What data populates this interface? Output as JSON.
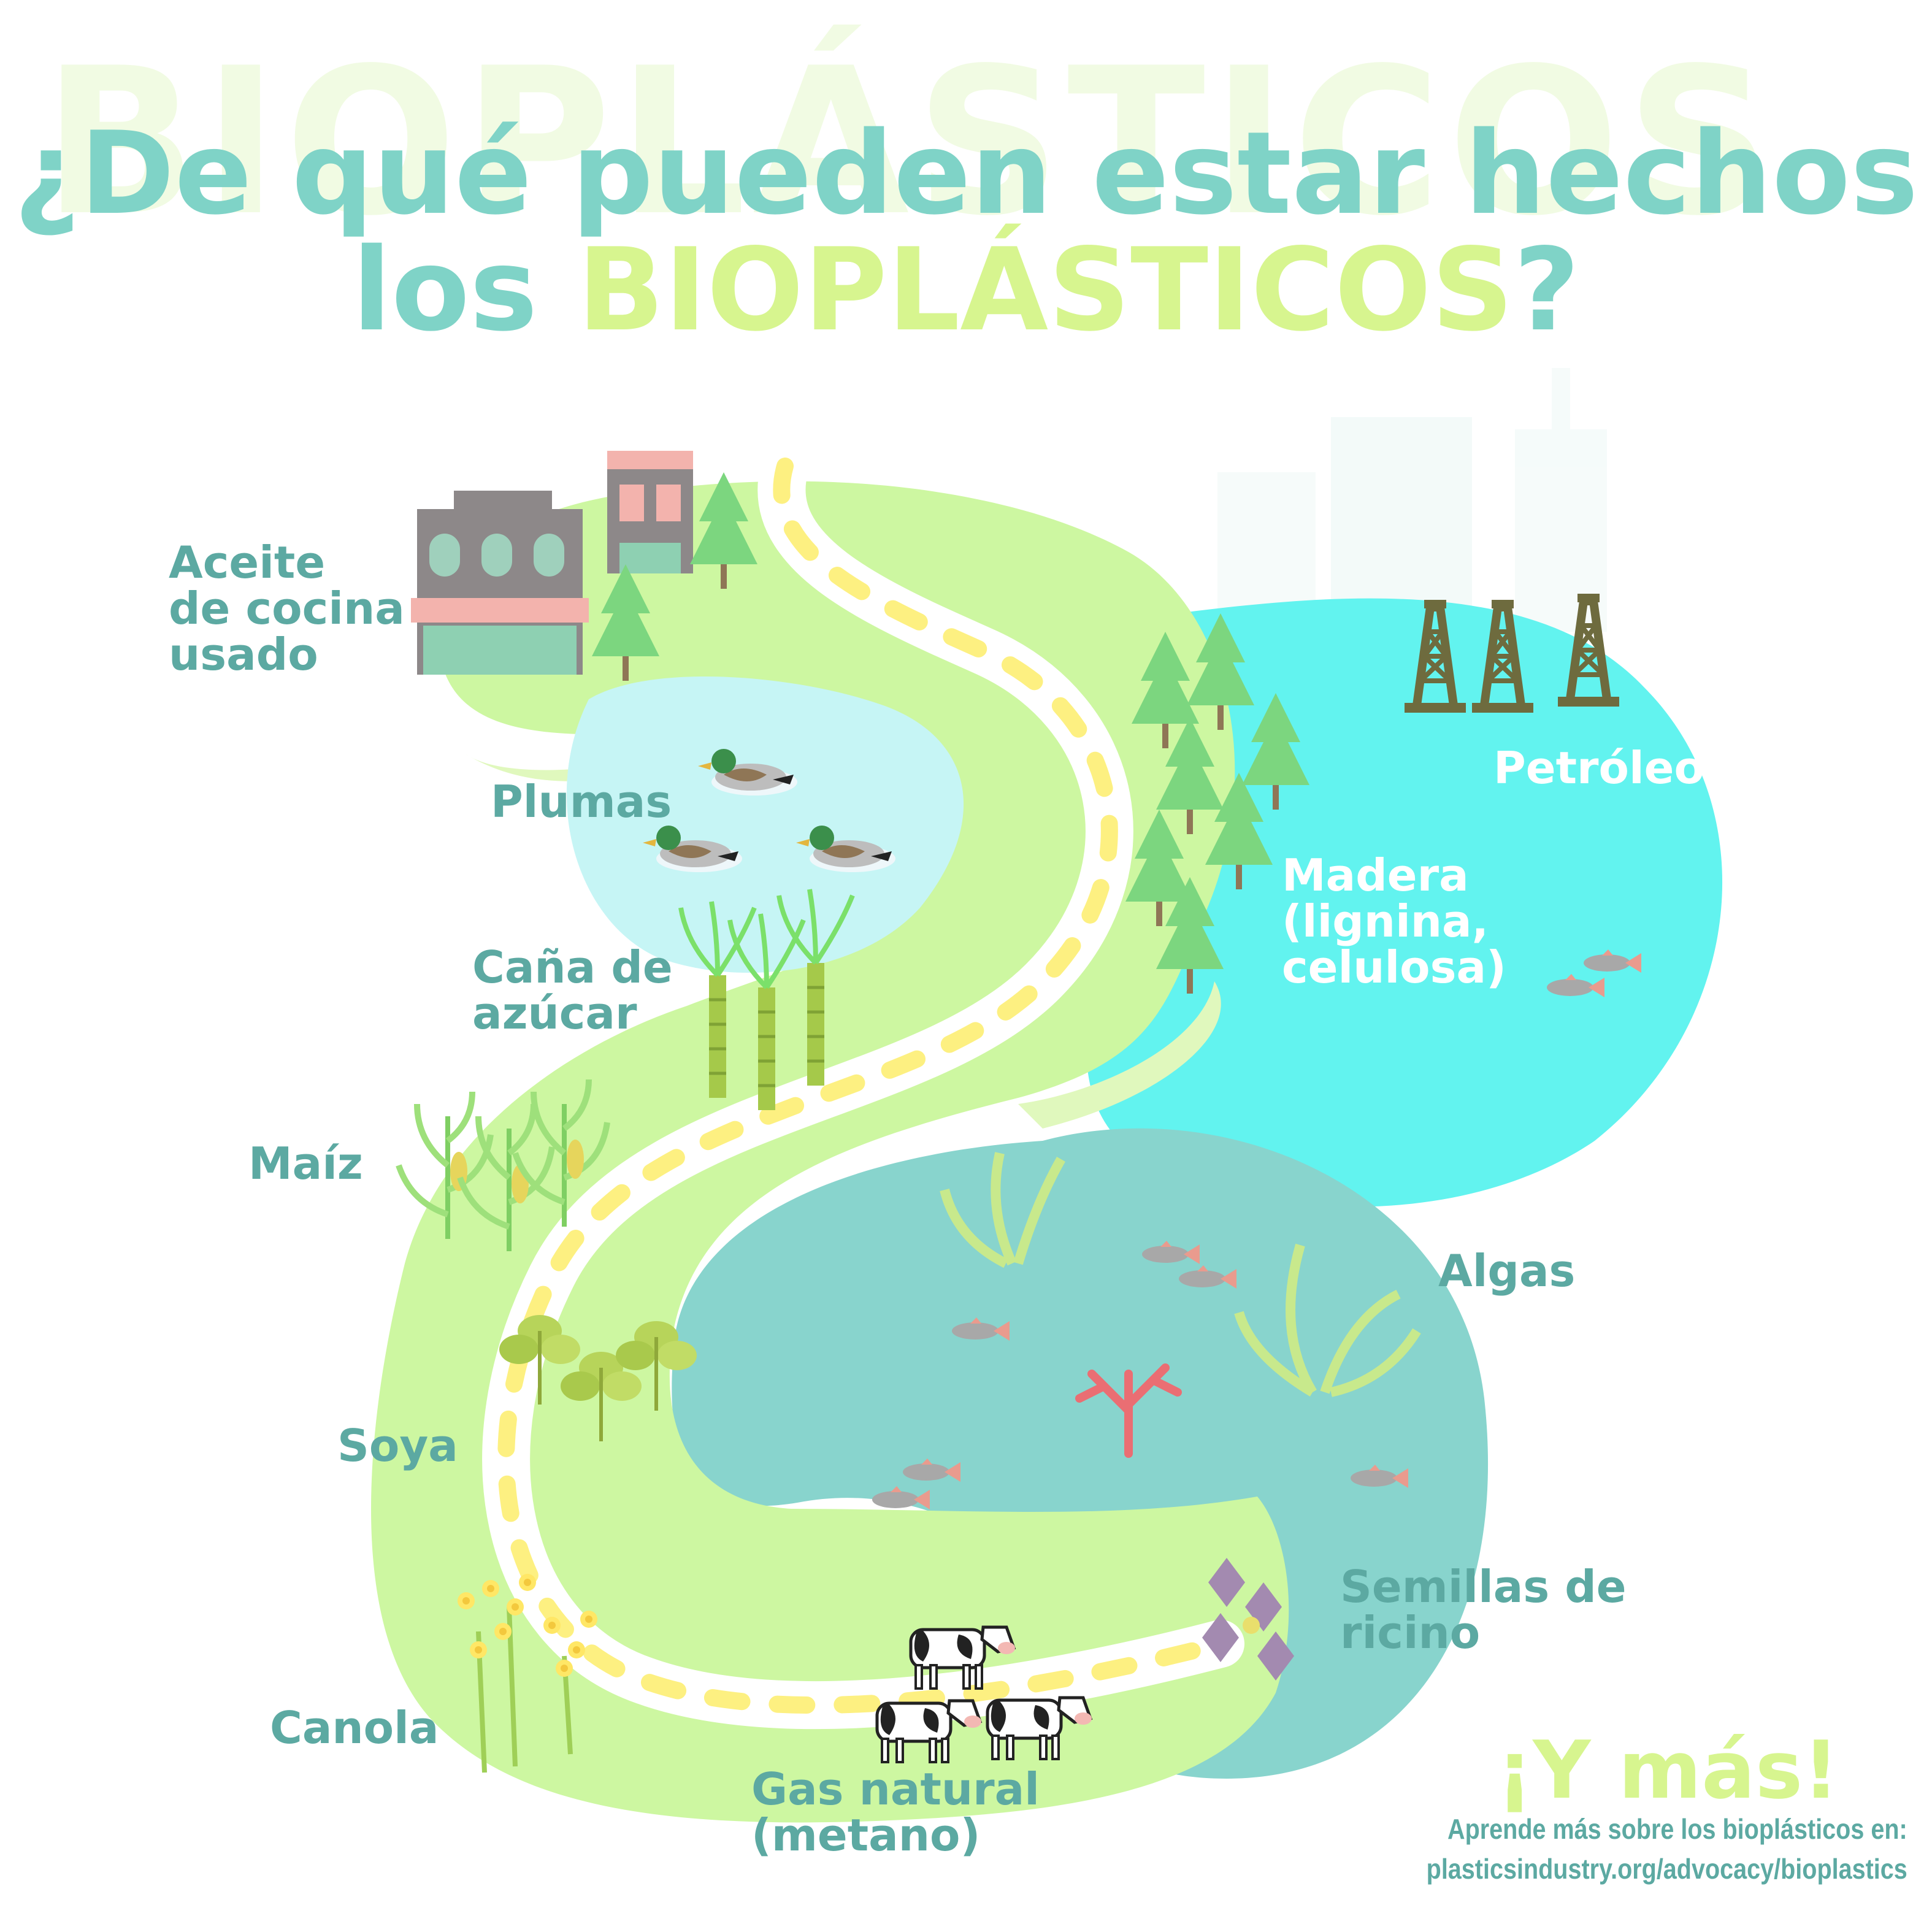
{
  "watermark": "BIOPLÁSTICOS",
  "title": {
    "line1": "¿De qué pueden estar hechos",
    "line2_prefix": "los ",
    "line2_highlight": "BIOPLÁSTICOS",
    "line2_suffix": "?"
  },
  "labels": {
    "aceite": [
      "Aceite",
      "de cocina",
      "usado"
    ],
    "plumas": [
      "Plumas"
    ],
    "cana": [
      "Caña de",
      "azúcar"
    ],
    "maiz": [
      "Maíz"
    ],
    "soya": [
      "Soya"
    ],
    "canola": [
      "Canola"
    ],
    "gas": [
      "Gas natural",
      "(metano)"
    ],
    "semillas": [
      "Semillas de",
      "ricino"
    ],
    "algas": [
      "Algas"
    ],
    "madera": [
      "Madera",
      "(lignina,",
      "celulosa)"
    ],
    "petroleo": [
      "Petróleo"
    ]
  },
  "cta": "¡Y más!",
  "footer": {
    "line1": "Aprende más sobre los bioplásticos en:",
    "line2": "plasticsindustry.org/advocacy/bioplastics"
  },
  "colors": {
    "title_teal": "#7fd3c7",
    "title_highlight": "#d7f58f",
    "label_teal": "#5ca9a2",
    "land_light": "#cdf7a1",
    "land_mid": "#e0f8bd",
    "pond_light": "#c6f5f5",
    "sea_cyan": "#62f3ef",
    "sea_deep": "#88d4cd",
    "road_dash": "#fdf081",
    "derrick": "#6e6b3e"
  },
  "icons": [
    "building-icon",
    "tree-icon",
    "duck-icon",
    "sugarcane-icon",
    "corn-icon",
    "soy-plant-icon",
    "canola-icon",
    "cow-icon",
    "castor-plant-icon",
    "seaweed-icon",
    "coral-icon",
    "fish-icon",
    "oil-derrick-icon",
    "city-skyline-icon"
  ]
}
